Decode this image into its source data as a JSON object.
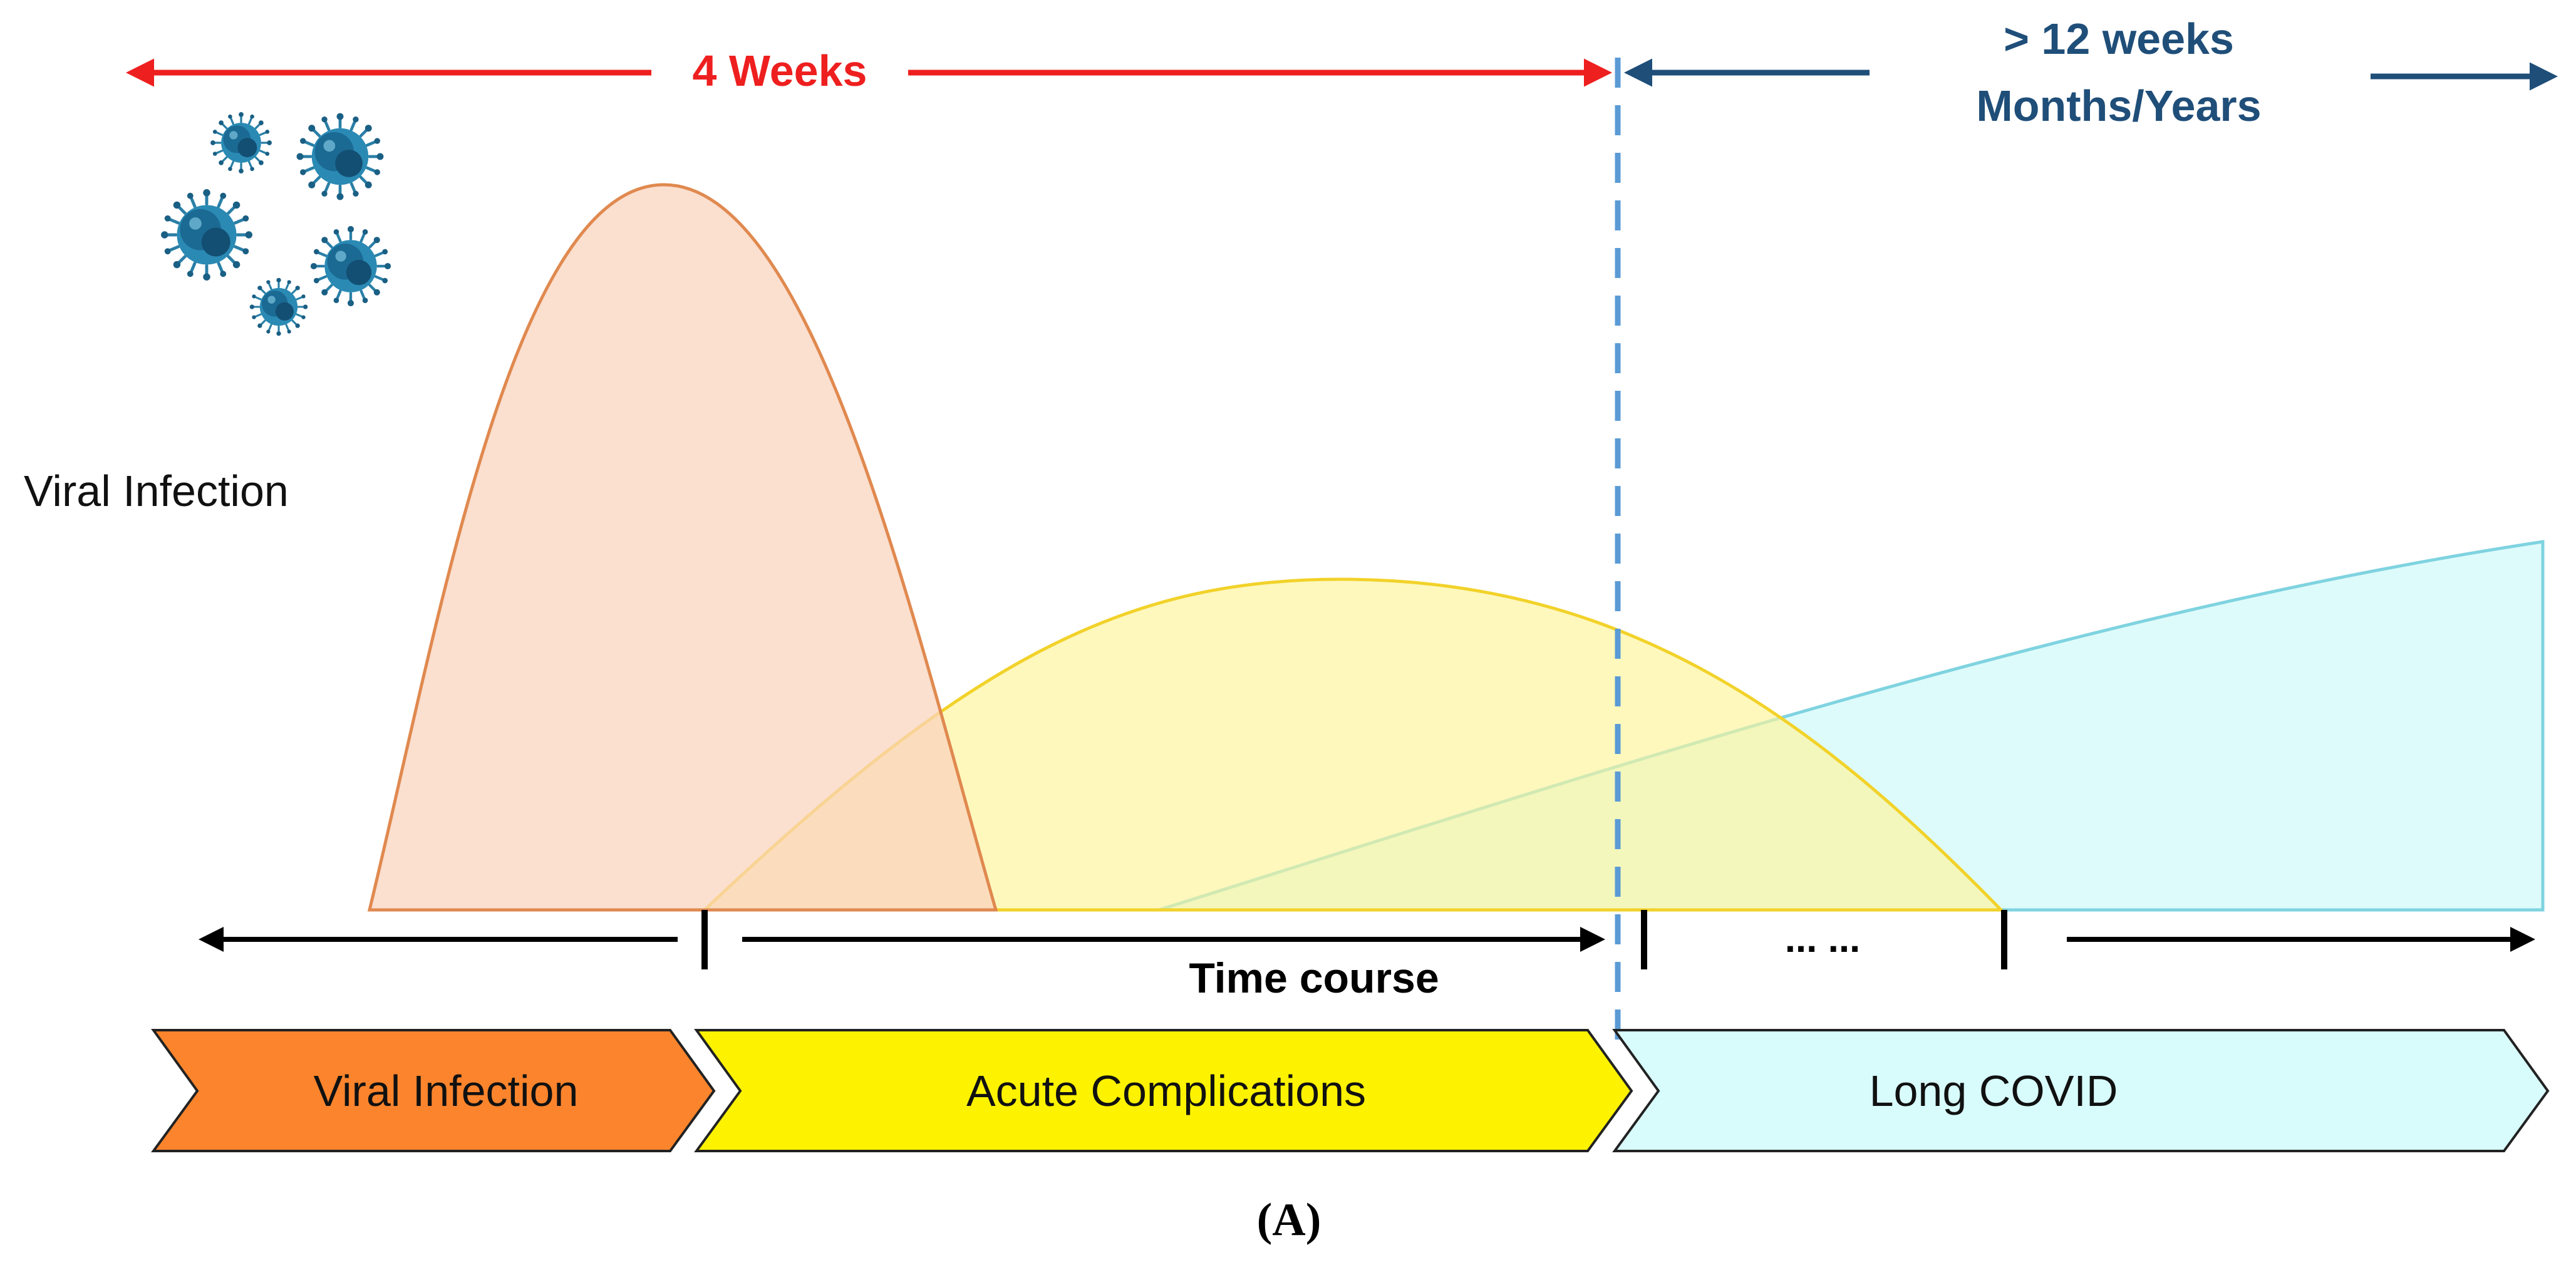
{
  "header": {
    "acute_span_label": "4 Weeks",
    "long_span_line1": "> 12 weeks",
    "long_span_line2": "Months/Years"
  },
  "side_label": "Viral Infection",
  "timeline": {
    "axis_label": "Time course",
    "ellipsis": "... ..."
  },
  "phases": [
    {
      "label": "Viral Infection",
      "color": "#fb842c"
    },
    {
      "label": "Acute Complications",
      "color": "#fdf200"
    },
    {
      "label": "Long COVID",
      "color": "#d8fbfc"
    }
  ],
  "curves": {
    "viral_color": "#f9dccb",
    "acute_color": "#fdf7a8",
    "long_color": "#d9fafb"
  },
  "colors": {
    "red": "#ee1f1f",
    "navy": "#1f4e79",
    "dashed_blue": "#5b9bd5",
    "virus": "#2a7fa6"
  },
  "panel_label": "(A)",
  "icons": [
    "virus-icon"
  ]
}
